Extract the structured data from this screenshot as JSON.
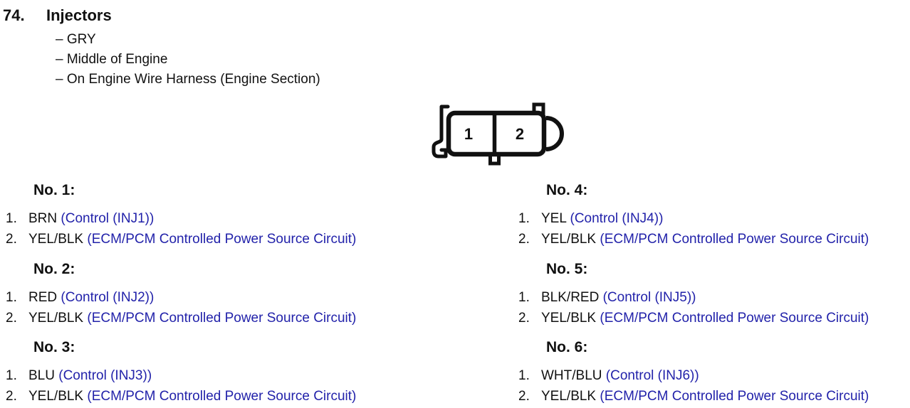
{
  "page": {
    "item_number": "74.",
    "title": "Injectors",
    "attributes": [
      "– GRY",
      "– Middle of Engine",
      "– On Engine Wire Harness (Engine Section)"
    ]
  },
  "connector": {
    "description": "2-cavity injector connector diagram",
    "pin1_label": "1",
    "pin2_label": "2"
  },
  "sections": [
    {
      "title": "No. 1:",
      "pins": [
        {
          "num": "1.",
          "color": "BRN",
          "func": "(Control (INJ1))"
        },
        {
          "num": "2.",
          "color": "YEL/BLK",
          "func": "(ECM/PCM Controlled Power Source Circuit)"
        }
      ]
    },
    {
      "title": "No. 2:",
      "pins": [
        {
          "num": "1.",
          "color": "RED",
          "func": "(Control (INJ2))"
        },
        {
          "num": "2.",
          "color": "YEL/BLK",
          "func": "(ECM/PCM Controlled Power Source Circuit)"
        }
      ]
    },
    {
      "title": "No. 3:",
      "pins": [
        {
          "num": "1.",
          "color": "BLU",
          "func": "(Control (INJ3))"
        },
        {
          "num": "2.",
          "color": "YEL/BLK",
          "func": "(ECM/PCM Controlled Power Source Circuit)"
        }
      ]
    },
    {
      "title": "No. 4:",
      "pins": [
        {
          "num": "1.",
          "color": "YEL",
          "func": "(Control (INJ4))"
        },
        {
          "num": "2.",
          "color": "YEL/BLK",
          "func": "(ECM/PCM Controlled Power Source Circuit)"
        }
      ]
    },
    {
      "title": "No. 5:",
      "pins": [
        {
          "num": "1.",
          "color": "BLK/RED",
          "func": "(Control (INJ5))"
        },
        {
          "num": "2.",
          "color": "YEL/BLK",
          "func": "(ECM/PCM Controlled Power Source Circuit)"
        }
      ]
    },
    {
      "title": "No. 6:",
      "pins": [
        {
          "num": "1.",
          "color": "WHT/BLU",
          "func": "(Control (INJ6))"
        },
        {
          "num": "2.",
          "color": "YEL/BLK",
          "func": "(ECM/PCM Controlled Power Source Circuit)"
        }
      ]
    }
  ],
  "colors": {
    "function_text_blue": "#2222aa",
    "body_text_black": "#111111",
    "background": "#ffffff"
  }
}
